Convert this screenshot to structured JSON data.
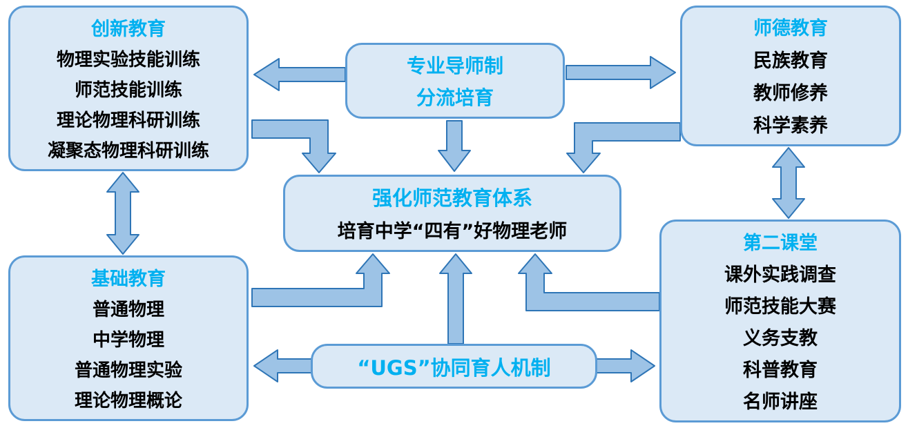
{
  "diagram": {
    "boxes": {
      "mentor": {
        "line1": "专业导师制",
        "line2": "分流培育"
      },
      "innovation": {
        "title": "创新教育",
        "items": [
          "物理实验技能训练",
          "师范技能训练",
          "理论物理科研训练",
          "凝聚态物理科研训练"
        ]
      },
      "ethics": {
        "title": "师德教育",
        "items": [
          "民族教育",
          "教师修养",
          "科学素养"
        ]
      },
      "core": {
        "title": "强化师范教育体系",
        "subtitle": "培育中学“四有”好物理老师"
      },
      "foundation": {
        "title": "基础教育",
        "items": [
          "普通物理",
          "中学物理",
          "普通物理实验",
          "理论物理概论"
        ]
      },
      "ugs": {
        "title": "“UGS”协同育人机制"
      },
      "second": {
        "title": "第二课堂",
        "items": [
          "课外实践调查",
          "师范技能大赛",
          "义务支教",
          "科普教育",
          "名师讲座"
        ]
      }
    },
    "colors": {
      "box_fill": "#dbe9f6",
      "box_border": "#5b9bd5",
      "title_color": "#00b0f0",
      "text_color": "#000000",
      "arrow_fill": "#9dc3e6",
      "arrow_border": "#2e75b6",
      "background": "#ffffff"
    }
  }
}
